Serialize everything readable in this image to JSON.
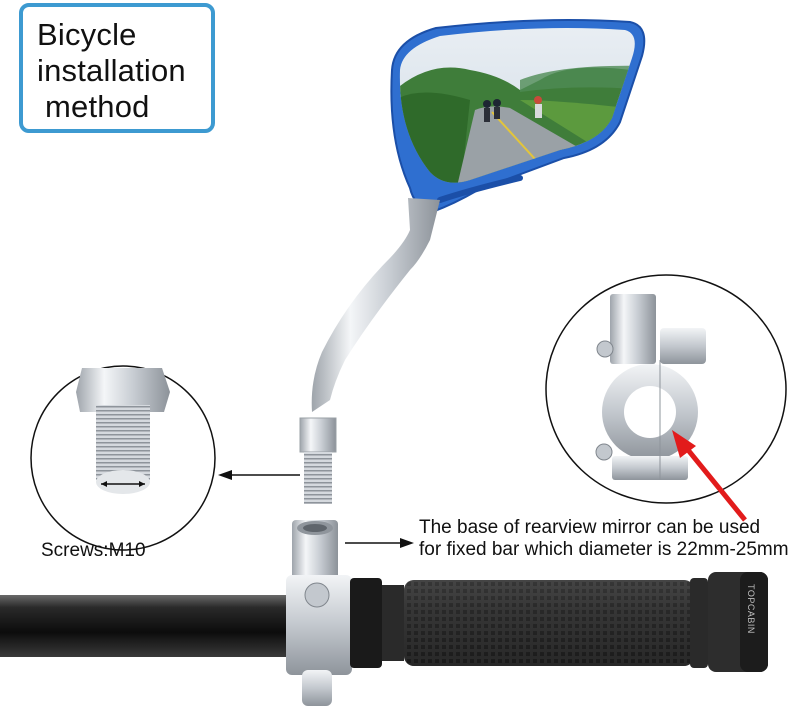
{
  "title": {
    "lines": [
      "Bicycle",
      "installation",
      "method"
    ],
    "border_color": "#3d9ad1"
  },
  "callouts": {
    "screws": {
      "label": "Screws:M10"
    },
    "base": {
      "line1": "The base of rearview mirror can be used",
      "line2": "for fixed bar which diameter is 22mm-25mm"
    }
  },
  "grip": {
    "brand": "TOPCABIN"
  },
  "colors": {
    "mirror_frame": "#2f6fd0",
    "chrome": "#d9dde2",
    "bar": "#151515",
    "arrow_red": "#e21b1b"
  }
}
